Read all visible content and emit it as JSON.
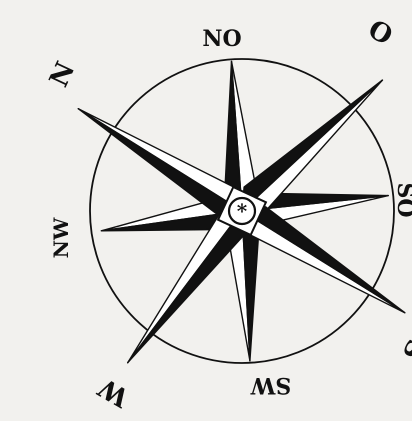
{
  "compass": {
    "labels": {
      "n": "N",
      "no": "NO",
      "o": "O",
      "so": "SO",
      "s": "S",
      "sw": "SW",
      "w": "W",
      "nw": "NW"
    },
    "colors": {
      "paper": "#f2f1ee",
      "ink": "#111111",
      "face": "#ffffff"
    }
  }
}
